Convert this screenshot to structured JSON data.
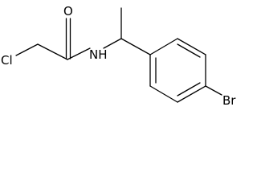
{
  "molecule": {
    "atoms": {
      "oxygen": "O",
      "nitrogen": "NH",
      "chlorine": "Cl",
      "bromine": "Br"
    }
  },
  "colors": {
    "bond": "#000000",
    "label": "#000000",
    "background": "#ffffff"
  }
}
